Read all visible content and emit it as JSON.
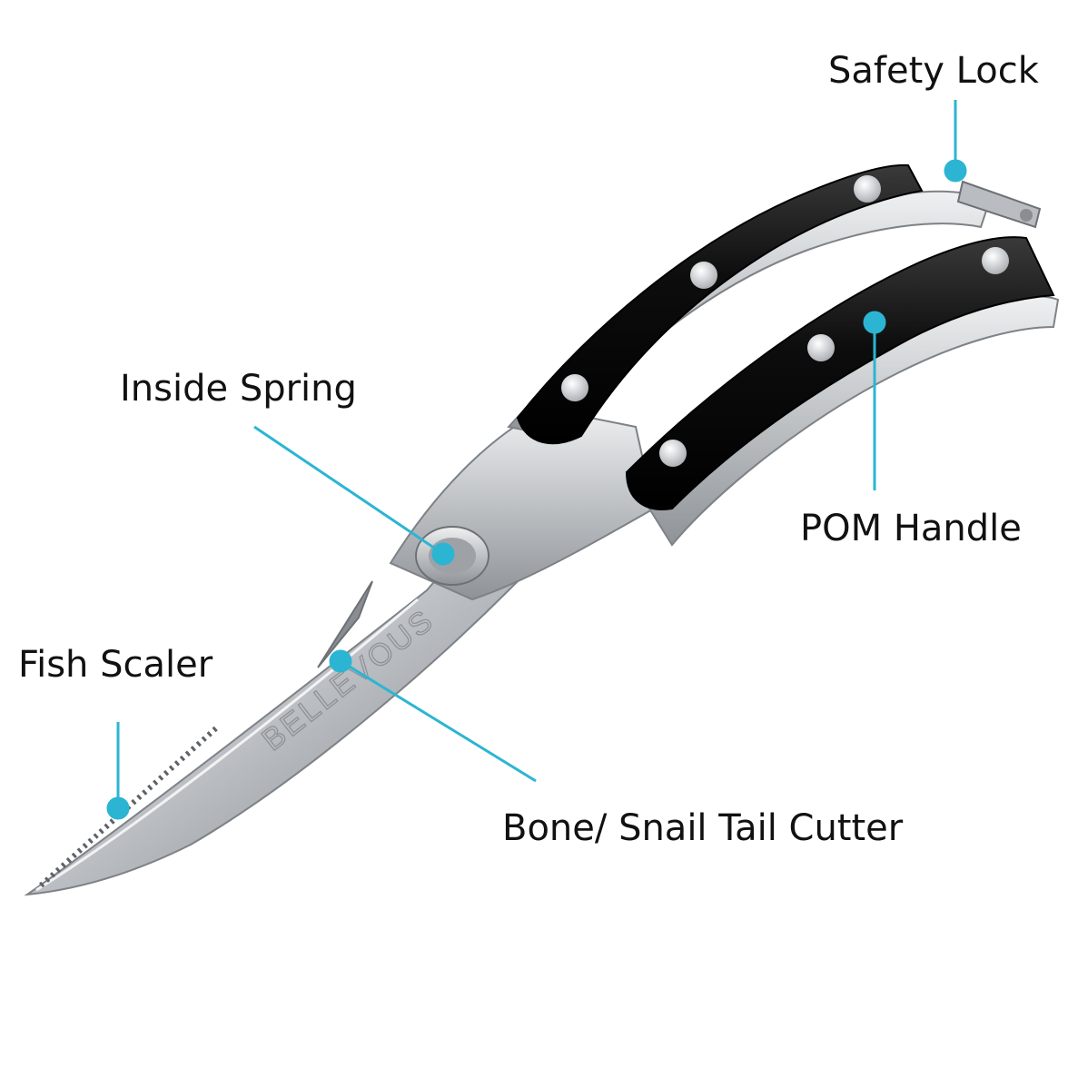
{
  "brand": {
    "engraving": "BELLEVOUS"
  },
  "callouts": {
    "safety_lock": "Safety Lock",
    "inside_spring": "Inside Spring",
    "pom_handle": "POM Handle",
    "fish_scaler": "Fish Scaler",
    "bone_cutter": "Bone/ Snail Tail Cutter"
  },
  "colors": {
    "background": "#ffffff",
    "callout": "#2bb5d3",
    "handle": "#111111",
    "steel": "#c9ccd0",
    "rivet": "#d9dcdf",
    "text": "#111111"
  }
}
